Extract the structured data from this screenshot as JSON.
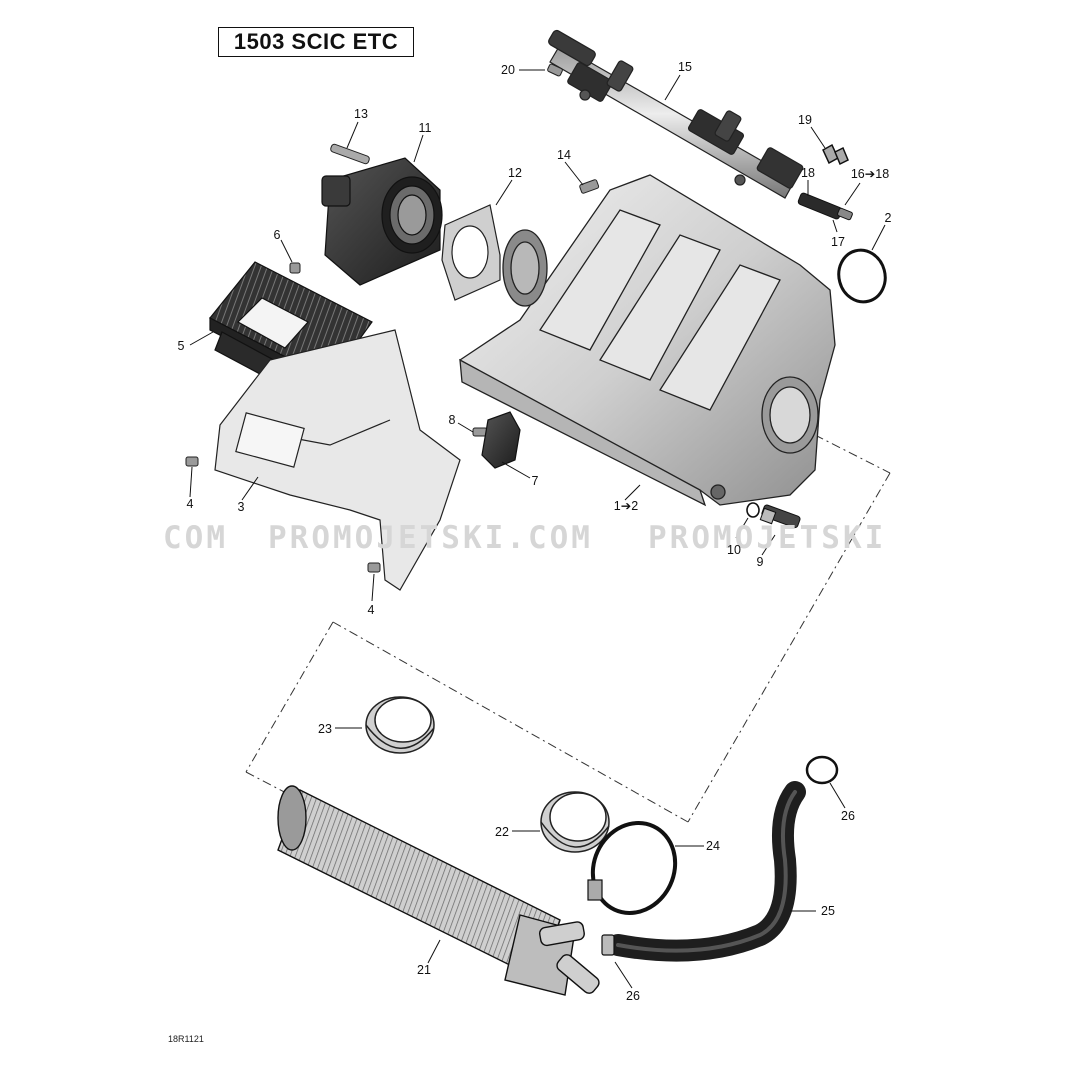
{
  "title": "1503 SCIC ETC",
  "drawing_number": "18R1121",
  "watermark": {
    "left": "COM",
    "middle": "PROMOJETSKI.COM",
    "right": "PROMOJETSKI"
  },
  "callouts": [
    {
      "id": "c20",
      "label": "20"
    },
    {
      "id": "c15",
      "label": "15"
    },
    {
      "id": "c13",
      "label": "13"
    },
    {
      "id": "c11",
      "label": "11"
    },
    {
      "id": "c14",
      "label": "14"
    },
    {
      "id": "c12",
      "label": "12"
    },
    {
      "id": "c19",
      "label": "19"
    },
    {
      "id": "c18",
      "label": "18"
    },
    {
      "id": "c16to18",
      "label": "16➔18"
    },
    {
      "id": "c17",
      "label": "17"
    },
    {
      "id": "c2",
      "label": "2"
    },
    {
      "id": "c6",
      "label": "6"
    },
    {
      "id": "c5",
      "label": "5"
    },
    {
      "id": "c8",
      "label": "8"
    },
    {
      "id": "c7",
      "label": "7"
    },
    {
      "id": "c4a",
      "label": "4"
    },
    {
      "id": "c3",
      "label": "3"
    },
    {
      "id": "c1to2",
      "label": "1➔2"
    },
    {
      "id": "c10",
      "label": "10"
    },
    {
      "id": "c9",
      "label": "9"
    },
    {
      "id": "c4b",
      "label": "4"
    },
    {
      "id": "c23",
      "label": "23"
    },
    {
      "id": "c26a",
      "label": "26"
    },
    {
      "id": "c22",
      "label": "22"
    },
    {
      "id": "c24",
      "label": "24"
    },
    {
      "id": "c25",
      "label": "25"
    },
    {
      "id": "c21",
      "label": "21"
    },
    {
      "id": "c26b",
      "label": "26"
    }
  ],
  "colors": {
    "ink": "#111111",
    "part_fill": "#d9d9d9",
    "part_dark": "#2a2a2a",
    "watermark": "#d6d6d6"
  }
}
